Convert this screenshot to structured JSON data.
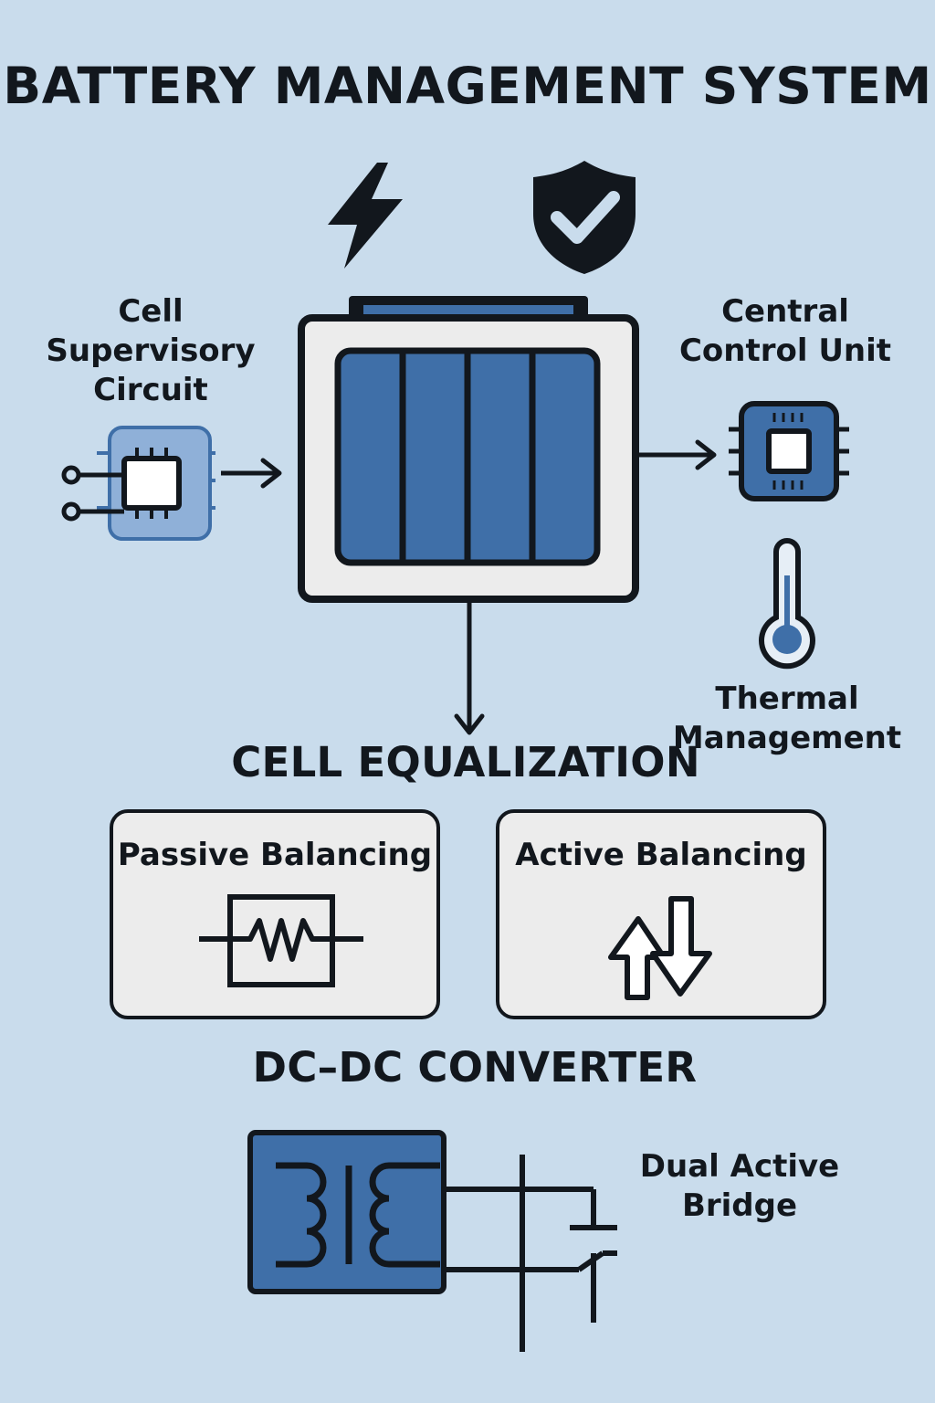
{
  "title": "BATTERY MANAGEMENT SYSTEM",
  "labels": {
    "cell_supervisory": [
      "Cell",
      "Supervisory",
      "Circuit"
    ],
    "central_control": [
      "Central",
      "Control Unit"
    ],
    "thermal": [
      "Thermal",
      "Management"
    ],
    "dual_active_bridge": [
      "Dual Active",
      "Bridge"
    ]
  },
  "sections": {
    "cell_equalization": "CELL EQUALIZATION",
    "dc_dc_converter": "DC–DC CONVERTER"
  },
  "panels": {
    "passive": "Passive Balancing",
    "active": "Active Balancing"
  },
  "icons": [
    "lightning-icon",
    "shield-check-icon",
    "battery-pack-icon",
    "chip-icon",
    "thermometer-icon",
    "resistor-icon",
    "bidirectional-arrows-icon",
    "transformer-icon",
    "switch-circuit-icon"
  ],
  "colors": {
    "background": "#c9dcec",
    "accent_blue": "#3f6fa8",
    "light_blue": "#8fb0d8",
    "outline": "#12171d",
    "panel": "#ececec"
  }
}
